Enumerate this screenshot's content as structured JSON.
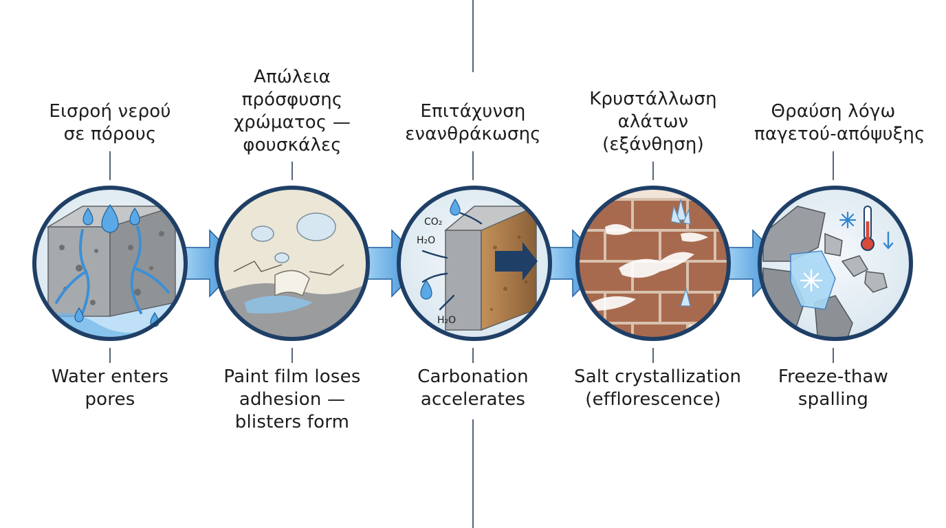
{
  "steps": [
    {
      "greek": [
        "Εισροή νερού",
        "σε πόρους"
      ],
      "english": [
        "Water enters",
        "pores"
      ]
    },
    {
      "greek": [
        "Απώλεια",
        "πρόσφυσης",
        "χρώματος —",
        "φουσκάλες"
      ],
      "english": [
        "Paint film loses",
        "adhesion —",
        "blisters form"
      ]
    },
    {
      "greek": [
        "Επιτάχυνση",
        "ενανθράκωσης"
      ],
      "english": [
        "Carbonation",
        "accelerates"
      ]
    },
    {
      "greek": [
        "Κρυστάλλωση",
        "αλάτων",
        "(εξάνθηση)"
      ],
      "english": [
        "Salt crystallization",
        "(efflorescence)"
      ]
    },
    {
      "greek": [
        "Θραύση λόγω",
        "παγετού-απόψυξης"
      ],
      "english": [
        "Freeze-thaw",
        "spalling"
      ]
    }
  ],
  "chemistry": {
    "co2": "CO₂",
    "h2o_upper": "H₂O",
    "h2o_lower": "H₂O"
  },
  "colors": {
    "circle_ring": "#1f3f66",
    "connector_line": "#2b3e57",
    "arrow_blue": "#3b8fd4",
    "water_blue": "#5aa8e6",
    "concrete_gray": "#a7aaad",
    "brick": "#a86a4e"
  },
  "icons": [
    "water-drop-icon",
    "snowflake-icon",
    "thermometer-icon",
    "down-arrow-icon",
    "ice-crystal-icon",
    "paint-blister-icon"
  ]
}
